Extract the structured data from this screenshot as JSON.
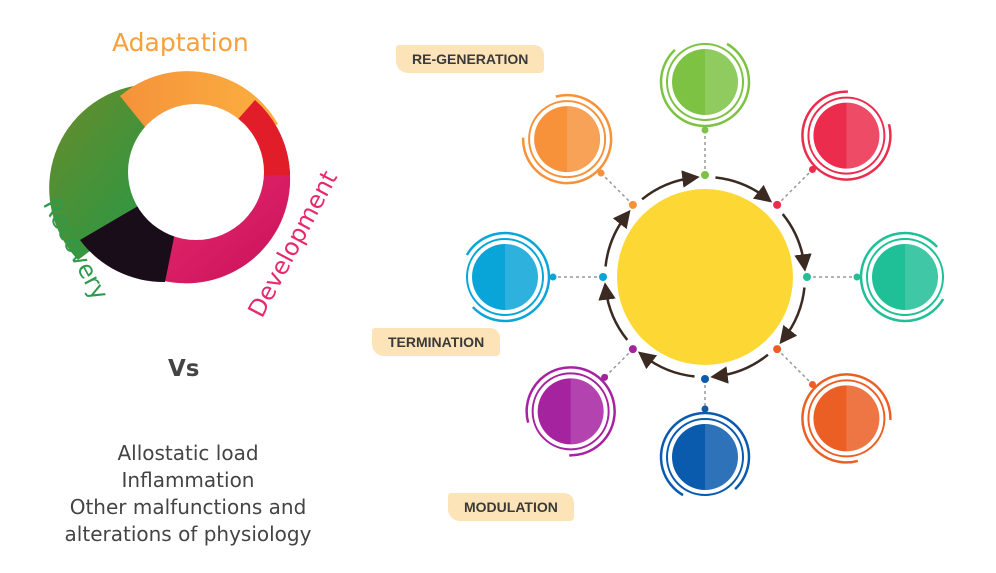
{
  "left": {
    "labels": {
      "adaptation": "Adaptation",
      "recovery": "Recovery",
      "development": "Development"
    },
    "vs": "Vs",
    "issues": [
      "Allostatic load",
      "Inflammation",
      "Other malfunctions and",
      "alterations of physiology"
    ]
  },
  "right": {
    "stage_labels": {
      "regen": "RE-GENERATION",
      "termination": "TERMINATION",
      "modulation": "MODULATION"
    },
    "colors": {
      "center": "#fdd835",
      "nodes": [
        "#7dc243",
        "#ec2c4c",
        "#1fbf97",
        "#ec5f24",
        "#0a5aad",
        "#a623a0",
        "#0aa5d8",
        "#f7923a"
      ]
    }
  }
}
